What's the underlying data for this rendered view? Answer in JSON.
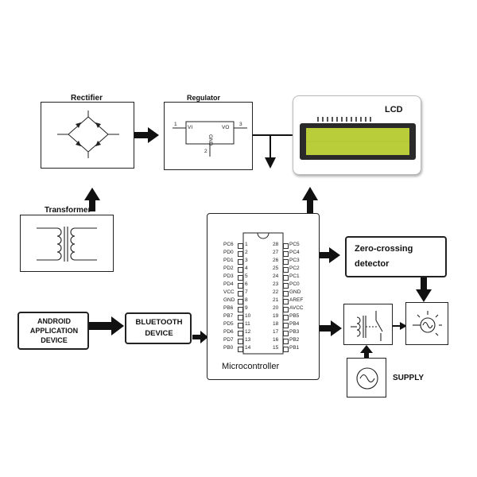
{
  "blocks": {
    "rectifier": "Rectifier",
    "regulator": "Regulator",
    "transformer": "Transformer",
    "lcd": "LCD",
    "android": [
      "ANDROID",
      "APPLICATION",
      "DEVICE"
    ],
    "bluetooth": [
      "BLUETOOTH",
      "DEVICE"
    ],
    "microcontroller": "Microcontroller",
    "zero_crossing": [
      "Zero-crossing",
      "detector"
    ],
    "supply": "SUPPLY"
  },
  "regulator_pins": {
    "in_num": "1",
    "in_label": "VI",
    "out_label": "VO",
    "out_num": "3",
    "gnd_label": "GND",
    "gnd_num": "2"
  },
  "mcu_left_pins": [
    {
      "name": "PC6",
      "num": "1"
    },
    {
      "name": "PD0",
      "num": "2"
    },
    {
      "name": "PD1",
      "num": "3"
    },
    {
      "name": "PD2",
      "num": "4"
    },
    {
      "name": "PD3",
      "num": "5"
    },
    {
      "name": "PD4",
      "num": "6"
    },
    {
      "name": "VCC",
      "num": "7"
    },
    {
      "name": "GND",
      "num": "8"
    },
    {
      "name": "PB6",
      "num": "9"
    },
    {
      "name": "PB7",
      "num": "10"
    },
    {
      "name": "PD5",
      "num": "11"
    },
    {
      "name": "PD6",
      "num": "12"
    },
    {
      "name": "PD7",
      "num": "13"
    },
    {
      "name": "PB0",
      "num": "14"
    }
  ],
  "mcu_right_pins": [
    {
      "name": "PC5",
      "num": "28"
    },
    {
      "name": "PC4",
      "num": "27"
    },
    {
      "name": "PC3",
      "num": "26"
    },
    {
      "name": "PC2",
      "num": "25"
    },
    {
      "name": "PC1",
      "num": "24"
    },
    {
      "name": "PC0",
      "num": "23"
    },
    {
      "name": "GND",
      "num": "22"
    },
    {
      "name": "AREF",
      "num": "21"
    },
    {
      "name": "AVCC",
      "num": "20"
    },
    {
      "name": "PB5",
      "num": "19"
    },
    {
      "name": "PB4",
      "num": "18"
    },
    {
      "name": "PB3",
      "num": "17"
    },
    {
      "name": "PB2",
      "num": "16"
    },
    {
      "name": "PB1",
      "num": "15"
    }
  ],
  "colors": {
    "lcd_screen": "#b9cc3a",
    "lcd_bezel": "#2a2a2a",
    "line": "#111111"
  }
}
